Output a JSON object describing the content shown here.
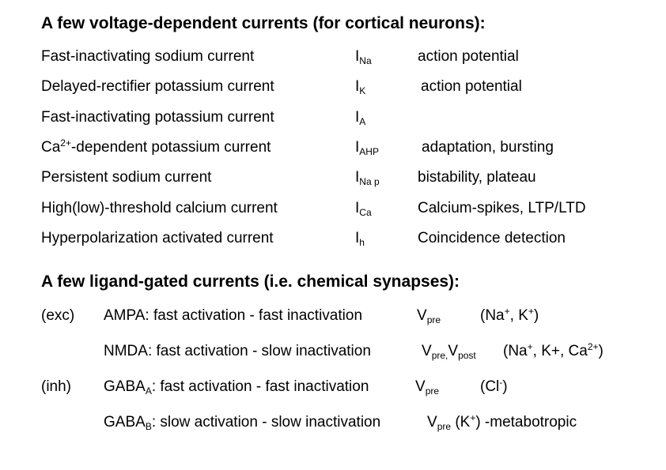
{
  "voltage": {
    "heading": "A few voltage-dependent currents (for cortical neurons):",
    "rows": [
      {
        "name": "Fast-inactivating sodium current",
        "sym": "I",
        "sub": "Na",
        "role": "action potential"
      },
      {
        "name": "Delayed-rectifier potassium current",
        "sym": "I",
        "sub": "K",
        "role": "action potential"
      },
      {
        "name": "Fast-inactivating potassium current",
        "sym": "I",
        "sub": "A",
        "role": ""
      },
      {
        "name_pre": "Ca",
        "name_sup": "2+",
        "name_post": "-dependent potassium current",
        "sym": "I",
        "sub": "AHP",
        "role": "adaptation, bursting"
      },
      {
        "name": "Persistent sodium current",
        "sym": "I",
        "sub": "Na p",
        "role": "bistability, plateau"
      },
      {
        "name": "High(low)-threshold calcium current",
        "sym": "I",
        "sub": "Ca",
        "role": "Calcium-spikes, LTP/LTD"
      },
      {
        "name": "Hyperpolarization activated current",
        "sym": "I",
        "sub": "h",
        "role": "Coincidence detection"
      }
    ]
  },
  "ligand": {
    "heading": "A few ligand-gated currents (i.e. chemical synapses):",
    "exc": "(exc)",
    "inh": "(inh)",
    "ampa": "AMPA: fast activation - fast inactivation",
    "ampa_v": "V",
    "ampa_v_sub": "pre",
    "ampa_ions_1": "(Na",
    "ampa_ions_sup1": "+",
    "ampa_ions_2": ", K",
    "ampa_ions_sup2": "+",
    "ampa_ions_3": ")",
    "nmda": "NMDA: fast activation - slow inactivation",
    "nmda_v1": "V",
    "nmda_v1_sub": "pre,",
    "nmda_v2": "V",
    "nmda_v2_sub": "post",
    "nmda_ions_1": "(Na",
    "nmda_ions_sup1": "+",
    "nmda_ions_2": ", K+, Ca",
    "nmda_ions_sup2": "2+",
    "nmda_ions_3": ")",
    "gabaa_pre": "GABA",
    "gabaa_sub": "A",
    "gabaa_post": ": fast activation - fast inactivation",
    "gabaa_v": "V",
    "gabaa_v_sub": "pre",
    "gabaa_ions_1": "(Cl",
    "gabaa_ions_sup": "-",
    "gabaa_ions_2": ")",
    "gabab_pre": "GABA",
    "gabab_sub": "B",
    "gabab_post": ": slow activation - slow inactivation",
    "gabab_v": "V",
    "gabab_v_sub": "pre",
    "gabab_ions_1": "(K",
    "gabab_ions_sup": "+",
    "gabab_ions_2": ") -metabotropic"
  }
}
